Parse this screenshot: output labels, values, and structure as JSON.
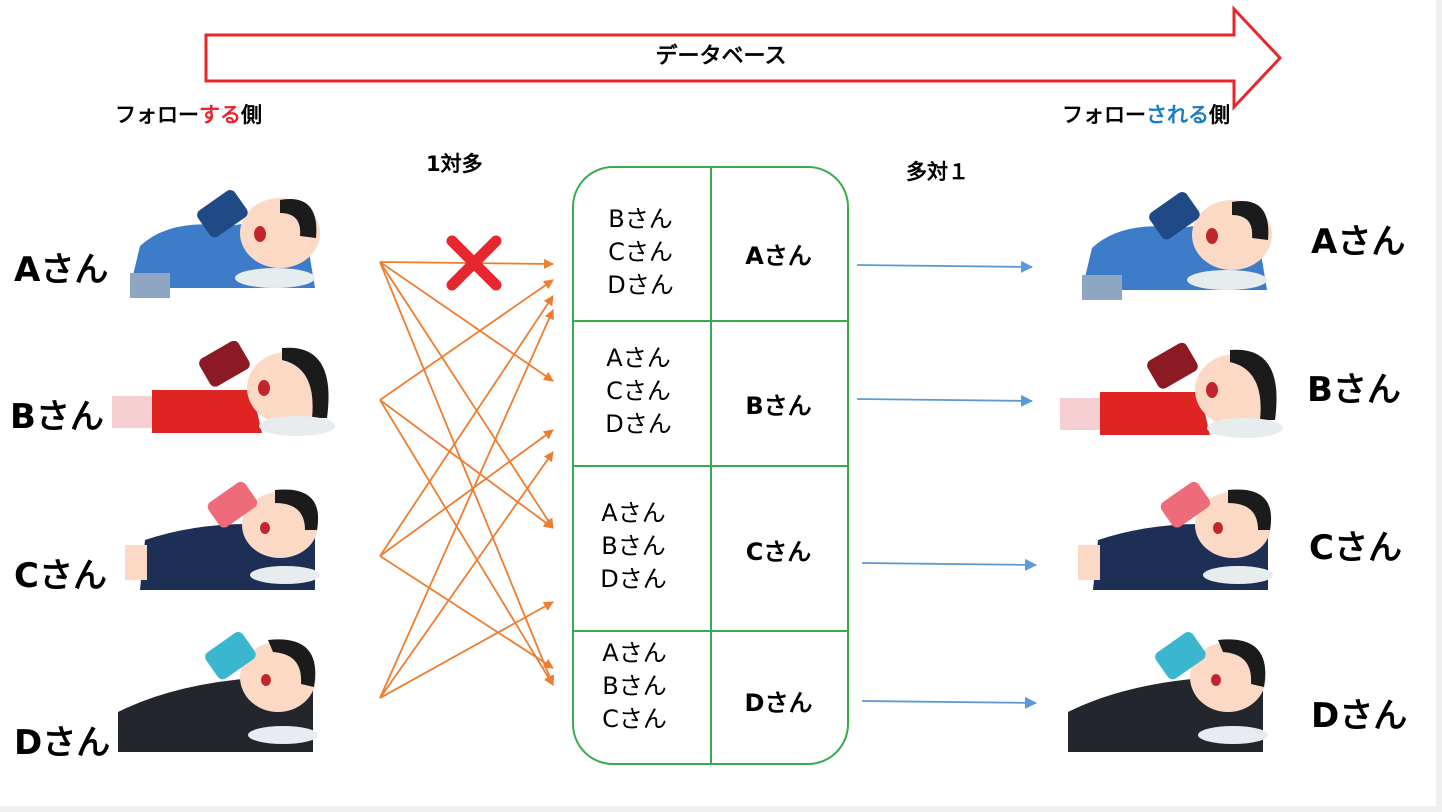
{
  "banner": {
    "title": "データベース"
  },
  "follower_side": {
    "prefix": "フォロー",
    "highlight": "する",
    "suffix": "側",
    "highlight_color": "#e8262e"
  },
  "followed_side": {
    "prefix": "フォロー",
    "highlight": "される",
    "suffix": "側",
    "highlight_color": "#1f7ec2"
  },
  "relations": {
    "left": "1対多",
    "right": "多対１"
  },
  "users_left": [
    {
      "name": "Aさん",
      "icon": "person-phone-icon"
    },
    {
      "name": "Bさん",
      "icon": "person-phone-icon"
    },
    {
      "name": "Cさん",
      "icon": "person-phone-icon"
    },
    {
      "name": "Dさん",
      "icon": "person-phone-icon"
    }
  ],
  "users_right": [
    {
      "name": "Aさん",
      "icon": "person-phone-icon"
    },
    {
      "name": "Bさん",
      "icon": "person-phone-icon"
    },
    {
      "name": "Cさん",
      "icon": "person-phone-icon"
    },
    {
      "name": "Dさん",
      "icon": "person-phone-icon"
    }
  ],
  "table": {
    "rows": [
      {
        "followers": [
          "Bさん",
          "Cさん",
          "Dさん"
        ],
        "followed": "Aさん"
      },
      {
        "followers": [
          "Aさん",
          "Cさん",
          "Dさん"
        ],
        "followed": "Bさん"
      },
      {
        "followers": [
          "Aさん",
          "Bさん",
          "Dさん"
        ],
        "followed": "Cさん"
      },
      {
        "followers": [
          "Aさん",
          "Bさん",
          "Cさん"
        ],
        "followed": "Dさん"
      }
    ]
  },
  "colors": {
    "banner_arrow": "#e8262e",
    "table_border": "#3aaa4f",
    "follow_arrows": "#ed7d31",
    "result_arrows": "#5b9bd5",
    "forbidden_mark": "#e8262e"
  },
  "icons": {
    "forbidden": "cross-mark-icon"
  }
}
